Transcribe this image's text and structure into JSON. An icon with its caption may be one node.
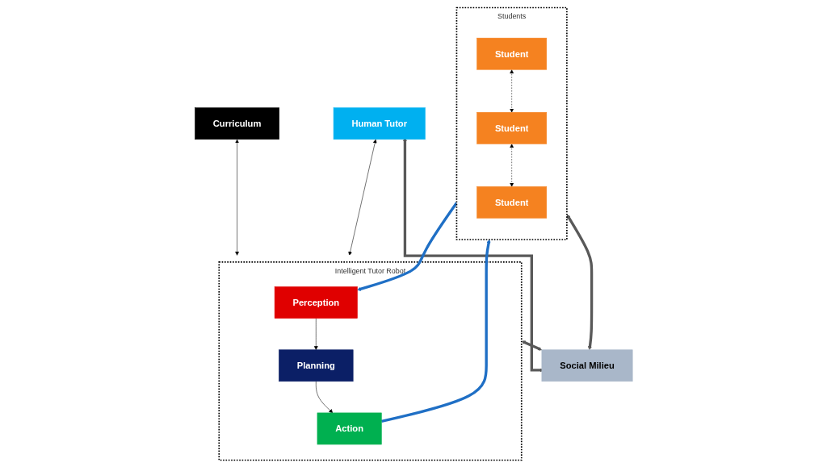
{
  "diagram": {
    "nodes": [
      {
        "text": [
          "Curriculum"
        ]
      },
      {
        "text": [
          "Human Tutor"
        ]
      },
      {
        "text": [
          "Intelligent Tutor Robot"
        ]
      },
      {
        "text": [
          "Perception"
        ],
        "in": 2
      },
      {
        "text": [
          "Planning"
        ],
        "in": 2
      },
      {
        "text": [
          "Action"
        ],
        "in": 2
      },
      {
        "text": [
          "Students"
        ]
      },
      {
        "text": [
          "Student"
        ],
        "in": 6
      },
      {
        "text": [
          "Student"
        ],
        "in": 6
      },
      {
        "text": [
          "Student"
        ],
        "in": 6
      },
      {
        "text": [
          "Social Milieu"
        ]
      }
    ],
    "edges": [
      {
        "from": 0,
        "to": 2,
        "arrow": "both"
      },
      {
        "from": 1,
        "to": 2,
        "arrow": "both"
      },
      {
        "from": 3,
        "to": 4,
        "arrow": "to"
      },
      {
        "from": 4,
        "to": 5,
        "arrow": "to"
      },
      {
        "from": 6,
        "to": 3,
        "arrow": "to",
        "style": "thick",
        "color": "#1f6fc5"
      },
      {
        "from": 5,
        "to": 6,
        "arrow": "to",
        "style": "thick",
        "color": "#1f6fc5"
      },
      {
        "from": 7,
        "to": 8,
        "arrow": "both",
        "style": "dashed"
      },
      {
        "from": 8,
        "to": 9,
        "arrow": "both",
        "style": "dashed"
      },
      {
        "from": 1,
        "to": 10,
        "arrow": "both",
        "style": "thick",
        "color": "#595959"
      },
      {
        "from": 2,
        "to": 10,
        "arrow": "both",
        "style": "thick",
        "color": "#595959"
      },
      {
        "from": 6,
        "to": 10,
        "arrow": "both",
        "style": "thick",
        "color": "#595959"
      }
    ]
  }
}
